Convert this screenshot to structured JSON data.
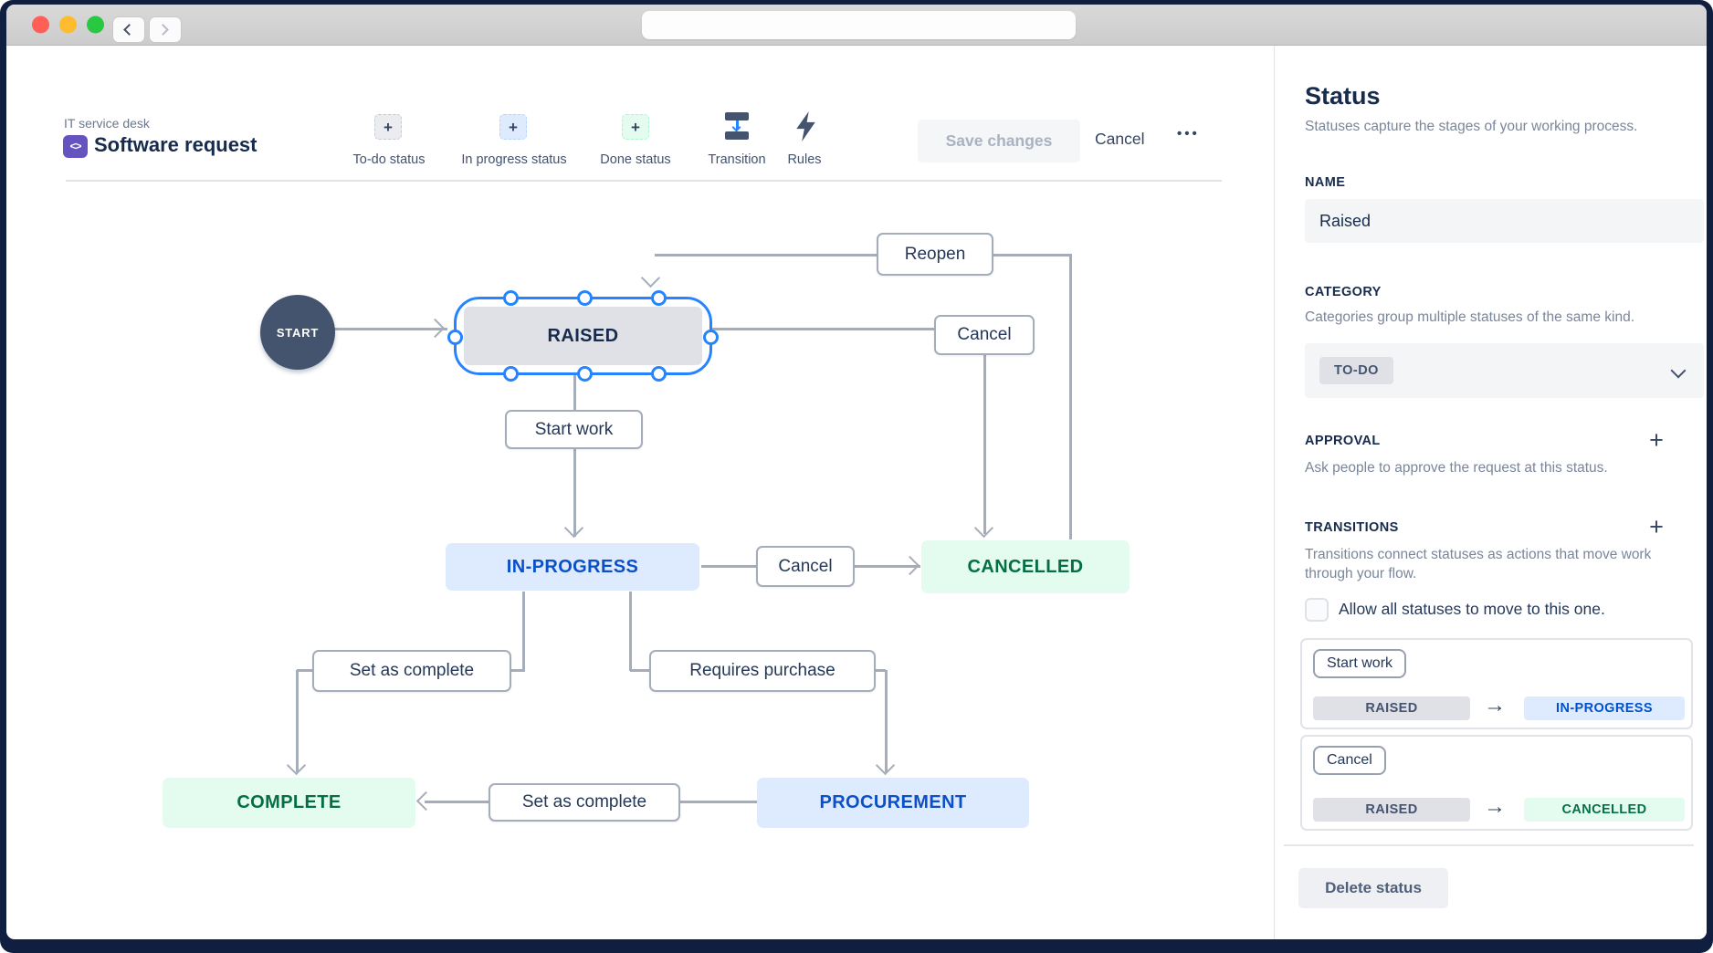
{
  "window": {
    "traffic_lights": {
      "close": "#ff5f57",
      "minimize": "#febc2e",
      "zoom": "#28c840"
    }
  },
  "toolbar": {
    "project_label": "IT service desk",
    "workflow_title": "Software request",
    "workflow_icon_glyph": "<>",
    "todo_status_label": "To-do status",
    "inprogress_status_label": "In progress status",
    "done_status_label": "Done status",
    "transition_label": "Transition",
    "rules_label": "Rules",
    "save_label": "Save changes",
    "cancel_label": "Cancel",
    "more_glyph": "•••"
  },
  "icons": {
    "plus": "+",
    "arrow_right": "→"
  },
  "diagram": {
    "nodes": {
      "start": "START",
      "raised": "RAISED",
      "in_progress": "IN-PROGRESS",
      "cancelled": "CANCELLED",
      "complete": "COMPLETE",
      "procurement": "PROCUREMENT"
    },
    "edge_labels": {
      "reopen": "Reopen",
      "cancel_top": "Cancel",
      "start_work": "Start work",
      "cancel_mid": "Cancel",
      "set_complete_left": "Set as complete",
      "requires_purchase": "Requires purchase",
      "set_complete_bottom": "Set as complete"
    }
  },
  "panel": {
    "title": "Status",
    "subtitle": "Statuses capture the stages of your working process.",
    "name_label": "NAME",
    "name_value": "Raised",
    "category_label": "CATEGORY",
    "category_subtitle": "Categories group multiple statuses of the same kind.",
    "category_value": "TO-DO",
    "approval_label": "APPROVAL",
    "approval_subtitle": "Ask people to approve the request at this status.",
    "transitions_label": "TRANSITIONS",
    "transitions_subtitle": "Transitions connect statuses as actions that move work through your flow.",
    "allow_all_label": "Allow all statuses to move to this one.",
    "transitions": [
      {
        "name": "Start work",
        "from": "RAISED",
        "to": "IN-PROGRESS"
      },
      {
        "name": "Cancel",
        "from": "RAISED",
        "to": "CANCELLED"
      }
    ],
    "delete_label": "Delete status"
  },
  "colors": {
    "selection_blue": "#2684ff",
    "edge_gray": "#a5adba",
    "todo_gray": "#dfe1e6",
    "inprogress_blue": "#deebff",
    "done_green": "#e3fcef",
    "frame_navy": "#101f40"
  }
}
